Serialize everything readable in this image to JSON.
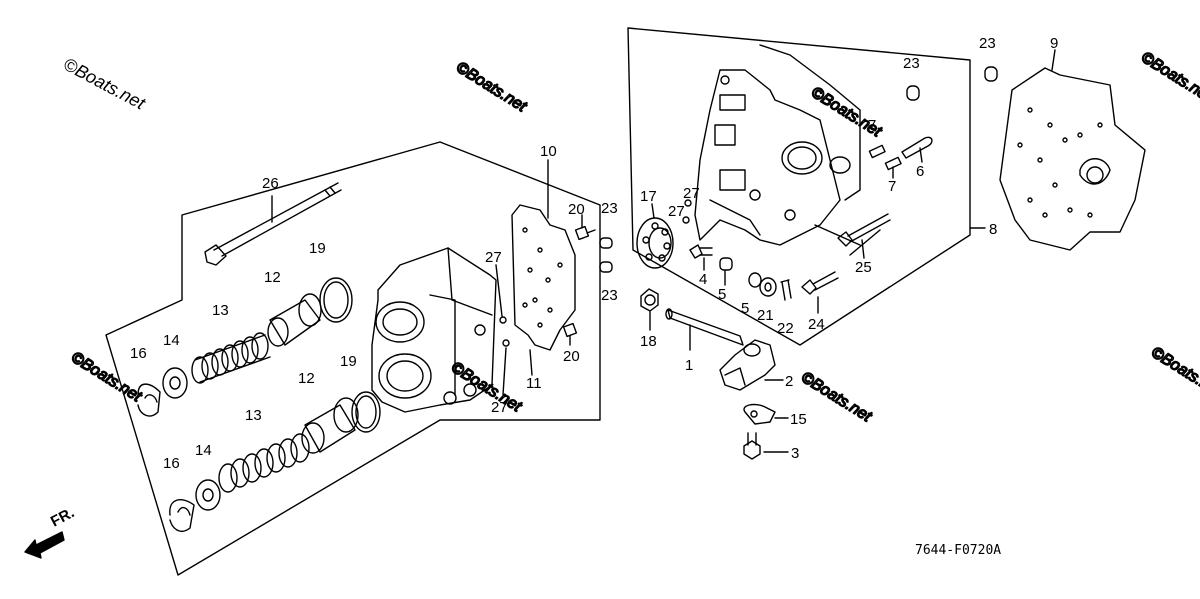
{
  "copyright": "©Boats.net",
  "watermark": "©Boats.net",
  "diagram_code": "7644-F0720A",
  "direction_label": "FR.",
  "callouts": [
    "1",
    "2",
    "3",
    "4",
    "5",
    "5",
    "6",
    "7",
    "7",
    "8",
    "9",
    "10",
    "11",
    "12",
    "12",
    "13",
    "13",
    "14",
    "14",
    "15",
    "16",
    "16",
    "17",
    "18",
    "19",
    "19",
    "20",
    "20",
    "21",
    "22",
    "23",
    "23",
    "23",
    "23",
    "24",
    "25",
    "26",
    "27",
    "27",
    "27",
    "27"
  ]
}
